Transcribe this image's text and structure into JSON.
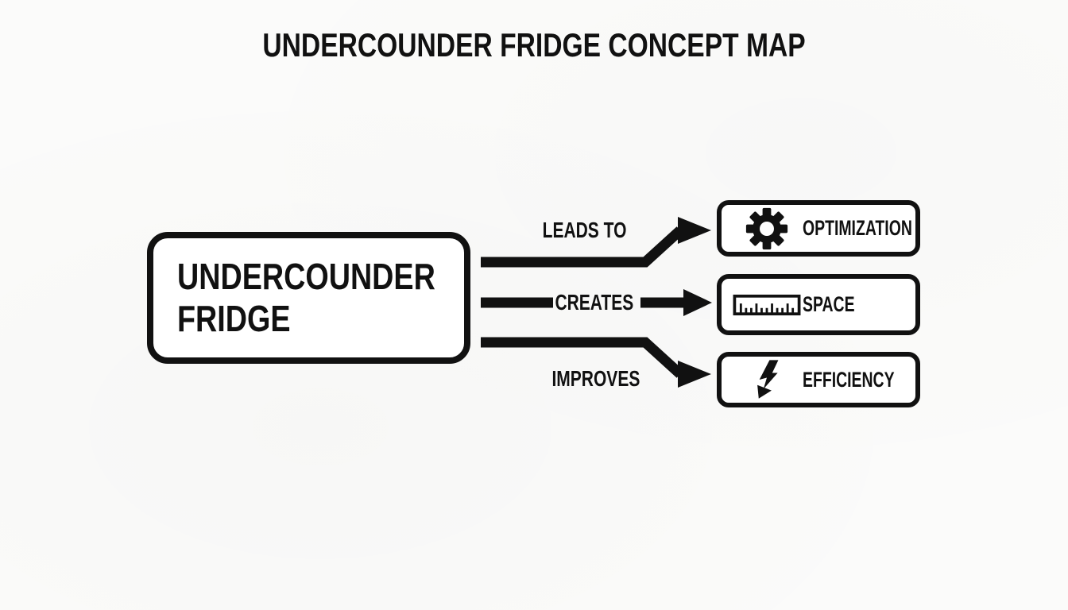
{
  "title": "UNDERCOUNDER FRIDGE CONCEPT MAP",
  "colors": {
    "ink": "#111111",
    "background": "#fbfbfa",
    "node_fill": "#ffffff"
  },
  "main_node": {
    "line1": "UNDERCOUNDER",
    "line2": "FRIDGE"
  },
  "relations": [
    {
      "label": "LEADS TO",
      "target": "OPTIMIZATION",
      "icon": "gear-icon"
    },
    {
      "label": "CREATES",
      "target": "SPACE",
      "icon": "ruler-icon"
    },
    {
      "label": "IMPROVES",
      "target": "EFFICIENCY",
      "icon": "lightning-arrow-icon"
    }
  ]
}
